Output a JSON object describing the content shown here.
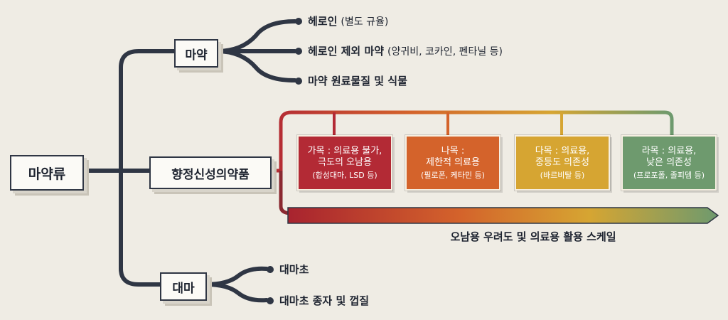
{
  "root": {
    "label": "마약류"
  },
  "branches": {
    "narcotics": {
      "label": "마약",
      "items": [
        {
          "bold": "헤로인",
          "note": "(별도 규율)"
        },
        {
          "bold": "헤로인 제외 마약",
          "note": "(양귀비, 코카인, 펜타닐 등)"
        },
        {
          "bold": "마약 원료물질 및 식물",
          "note": ""
        }
      ]
    },
    "psychotropics": {
      "label": "향정신성의약품",
      "categories": [
        {
          "line1": "가목 : 의료용 불가,",
          "line2": "극도의 오남용",
          "examples": "(합성대마, LSD 등)",
          "color": "#b32a35"
        },
        {
          "line1": "나목 :",
          "line2": "제한적 의료용",
          "examples": "(필로폰, 케타민 등)",
          "color": "#d4632b"
        },
        {
          "line1": "다목 : 의료용,",
          "line2": "중등도 의존성",
          "examples": "(바르비탈 등)",
          "color": "#d6a532"
        },
        {
          "line1": "라목 : 의료용,",
          "line2": "낮은 의존성",
          "examples": "(프로포폴, 졸피뎀 등)",
          "color": "#6e9a6e"
        }
      ],
      "scale_label": "오남용 우려도 및 의료용 활용 스케일"
    },
    "cannabis": {
      "label": "대마",
      "items": [
        {
          "bold": "대마초"
        },
        {
          "bold": "대마초 종자 및 껍질"
        }
      ]
    }
  },
  "colors": {
    "wire": "#2f3644",
    "scale_start": "#b32a35",
    "scale_mid": "#d4632b",
    "scale_mid2": "#d6a532",
    "scale_end": "#6e9a6e"
  }
}
